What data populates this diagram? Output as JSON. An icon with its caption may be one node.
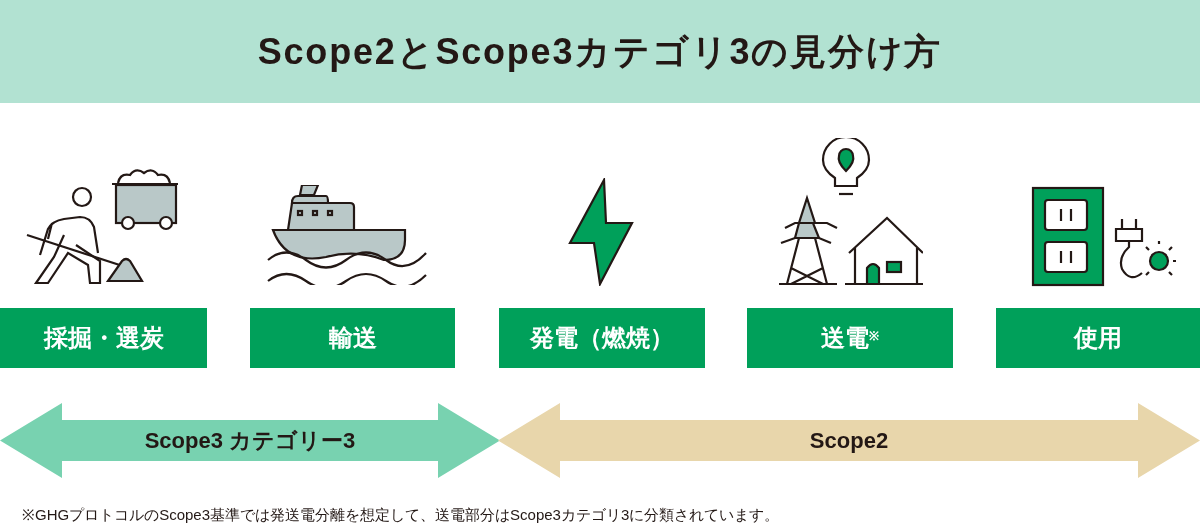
{
  "diagram": {
    "title": "Scope2とScope3カテゴリ3の見分け方",
    "nodes": [
      {
        "text": [
          "採掘・選炭"
        ]
      },
      {
        "text": [
          "輸送"
        ]
      },
      {
        "text": [
          "発電（燃焼）"
        ]
      },
      {
        "text": [
          "送電$^{※}$"
        ]
      },
      {
        "text": [
          "使用"
        ]
      },
      {
        "text": [
          "Scope3 カテゴリー3"
        ]
      },
      {
        "text": [
          "Scope2"
        ]
      }
    ],
    "labels": [
      "※GHGプロトコルのScope3基準では発送電分離を想定して、送電部分はScope3カテゴリ3に分類されています。"
    ]
  }
}
